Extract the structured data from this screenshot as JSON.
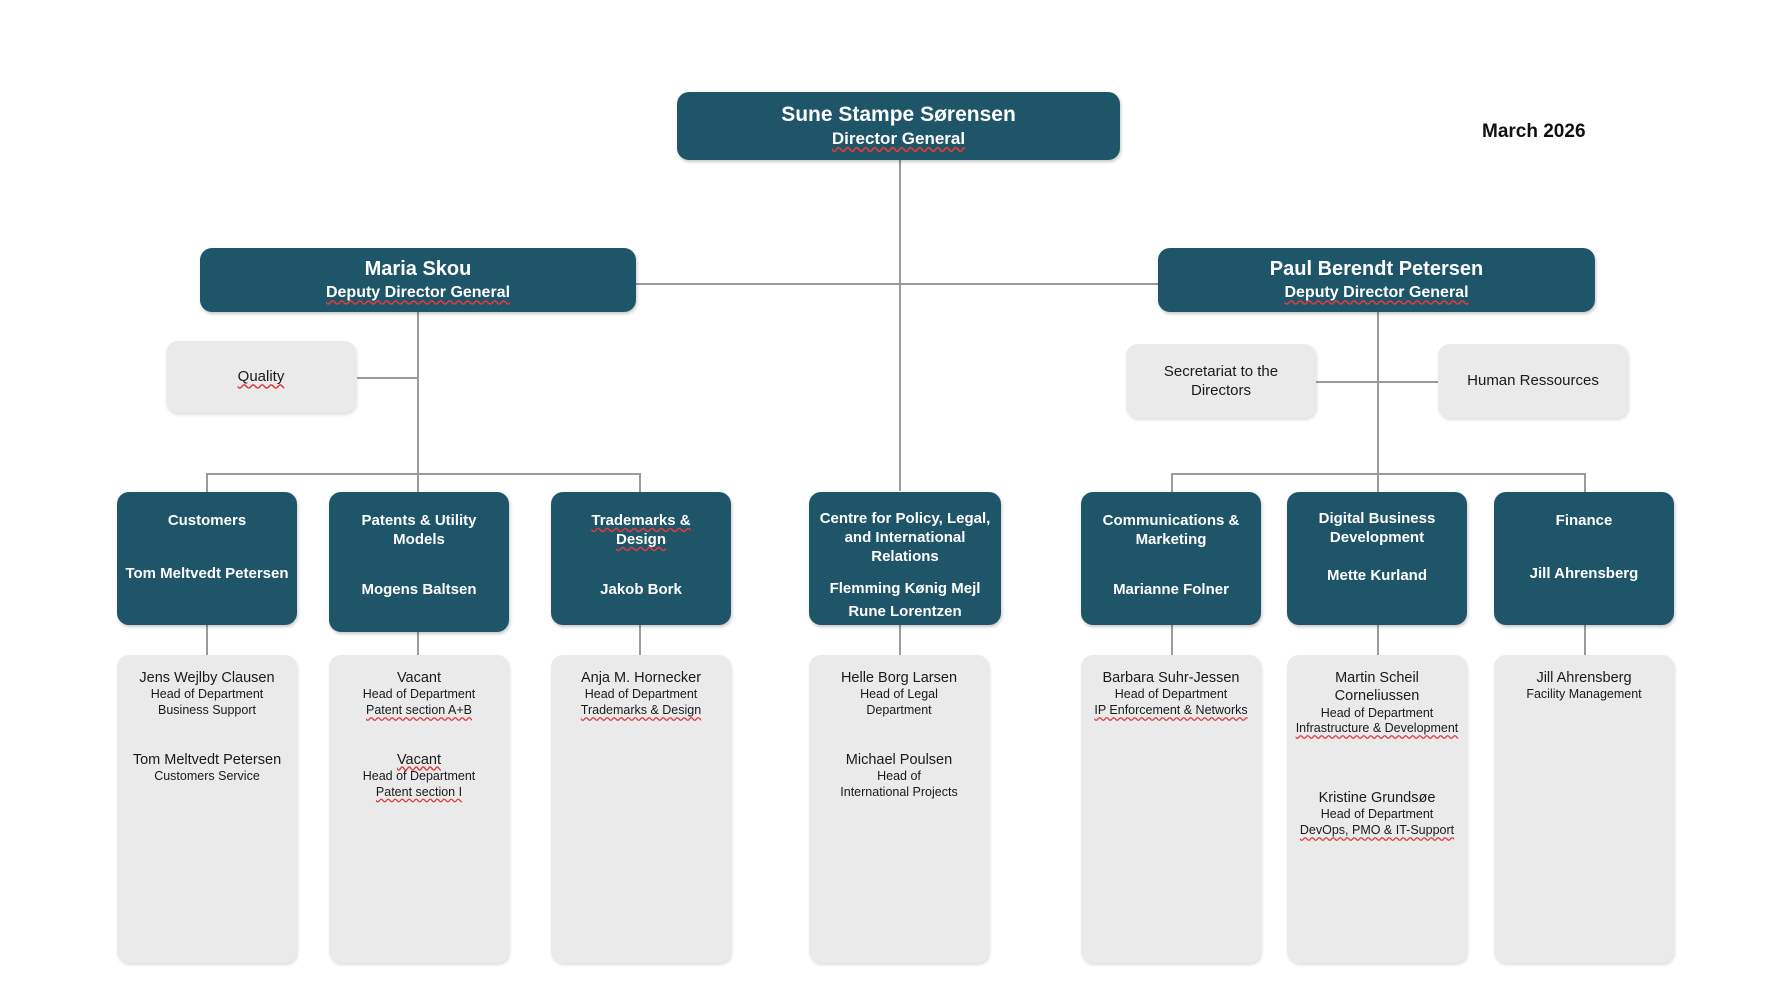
{
  "meta": {
    "date_label": "March 2026"
  },
  "colors": {
    "accent_teal": "#1e5568",
    "panel_gray": "#eaeaea",
    "line_gray": "#9b9b9b",
    "text_light": "#ffffff",
    "text_dark": "#1a1a1a",
    "spellcheck_red": "#e03b3b"
  },
  "director": {
    "name": "Sune Stampe Sørensen",
    "role": "Director General"
  },
  "deputies": [
    {
      "name": "Maria Skou",
      "role": "Deputy Director General"
    },
    {
      "name": "Paul Berendt Petersen",
      "role": "Deputy Director General"
    }
  ],
  "staff_units": [
    {
      "label": "Quality"
    },
    {
      "label": "Secretariat to the Directors"
    },
    {
      "label": "Human Ressources"
    }
  ],
  "departments": [
    {
      "title": "Customers",
      "leads": [
        "Tom Meltvedt Petersen"
      ]
    },
    {
      "title": "Patents & Utility Models",
      "leads": [
        "Mogens Baltsen"
      ]
    },
    {
      "title": "Trademarks & Design",
      "leads": [
        "Jakob Bork"
      ]
    },
    {
      "title": "Centre for Policy, Legal, and International Relations",
      "leads": [
        "Flemming Kønig Mejl",
        "Rune Lorentzen"
      ]
    },
    {
      "title": "Communications & Marketing",
      "leads": [
        "Marianne Folner"
      ]
    },
    {
      "title": "Digital Business Development",
      "leads": [
        "Mette Kurland"
      ]
    },
    {
      "title": "Finance",
      "leads": [
        "Jill Ahrensberg"
      ]
    }
  ],
  "details": [
    {
      "entries": [
        {
          "name": "Jens Wejlby Clausen",
          "role": "Head of Department",
          "unit": "Business Support"
        },
        {
          "name": "Tom Meltvedt Petersen",
          "role": "",
          "unit": "Customers Service"
        }
      ]
    },
    {
      "entries": [
        {
          "name": "Vacant",
          "role": "Head of Department",
          "unit": "Patent section A+B"
        },
        {
          "name": "Vacant",
          "role": "Head of Department",
          "unit": "Patent section I"
        }
      ]
    },
    {
      "entries": [
        {
          "name": "Anja M. Hornecker",
          "role": "Head of Department",
          "unit": "Trademarks & Design"
        }
      ]
    },
    {
      "entries": [
        {
          "name": "Helle Borg Larsen",
          "role": "Head of Legal",
          "unit": "Department"
        },
        {
          "name": "Michael Poulsen",
          "role": "Head of",
          "unit": "International Projects"
        }
      ]
    },
    {
      "entries": [
        {
          "name": "Barbara Suhr-Jessen",
          "role": "Head of Department",
          "unit": "IP Enforcement & Networks"
        }
      ]
    },
    {
      "entries": [
        {
          "name": "Martin Scheil Corneliussen",
          "role": "Head of Department",
          "unit": "Infrastructure & Development"
        },
        {
          "name": "Kristine Grundsøe",
          "role": "Head of Department",
          "unit": "DevOps, PMO & IT-Support"
        }
      ]
    },
    {
      "entries": [
        {
          "name": "Jill Ahrensberg",
          "role": "Facility Management",
          "unit": ""
        }
      ]
    }
  ]
}
